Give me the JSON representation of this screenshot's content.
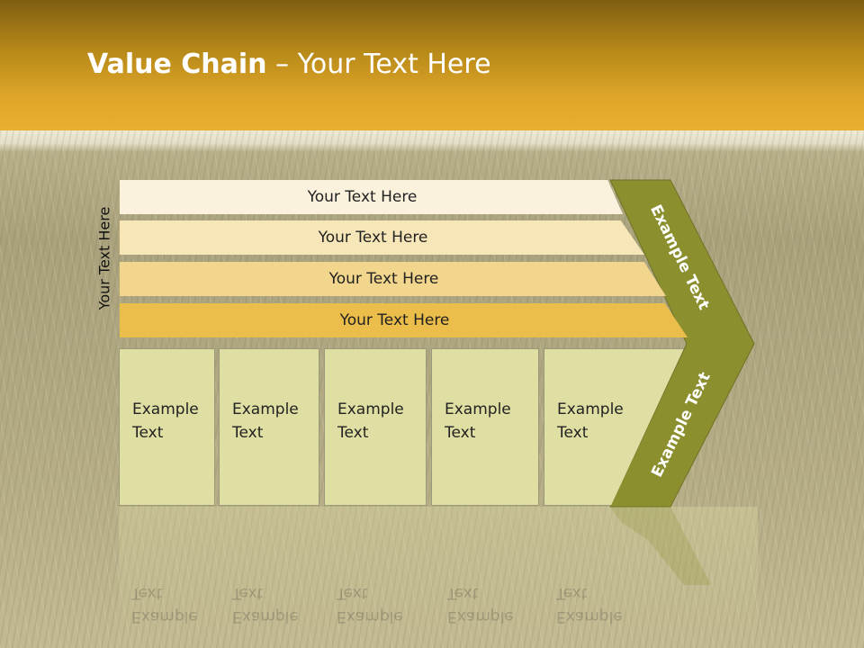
{
  "title": {
    "bold": "Value Chain",
    "rest": " – Your Text Here"
  },
  "side_label": "Your Text Here",
  "rows": [
    {
      "label": "Your Text Here",
      "color": "#faf2dc"
    },
    {
      "label": "Your Text Here",
      "color": "#f7e6b8"
    },
    {
      "label": "Your Text Here",
      "color": "#f2d68d"
    },
    {
      "label": "Your Text Here",
      "color": "#ebbd4a"
    }
  ],
  "columns": [
    {
      "line1": "Example",
      "line2": "Text"
    },
    {
      "line1": "Example",
      "line2": "Text"
    },
    {
      "line1": "Example",
      "line2": "Text"
    },
    {
      "line1": "Example",
      "line2": "Text"
    },
    {
      "line1": "Example",
      "line2": "Text"
    }
  ],
  "chevron": {
    "top_label": "Example Text",
    "bottom_label": "Example Text",
    "color": "#8b8f2e"
  }
}
